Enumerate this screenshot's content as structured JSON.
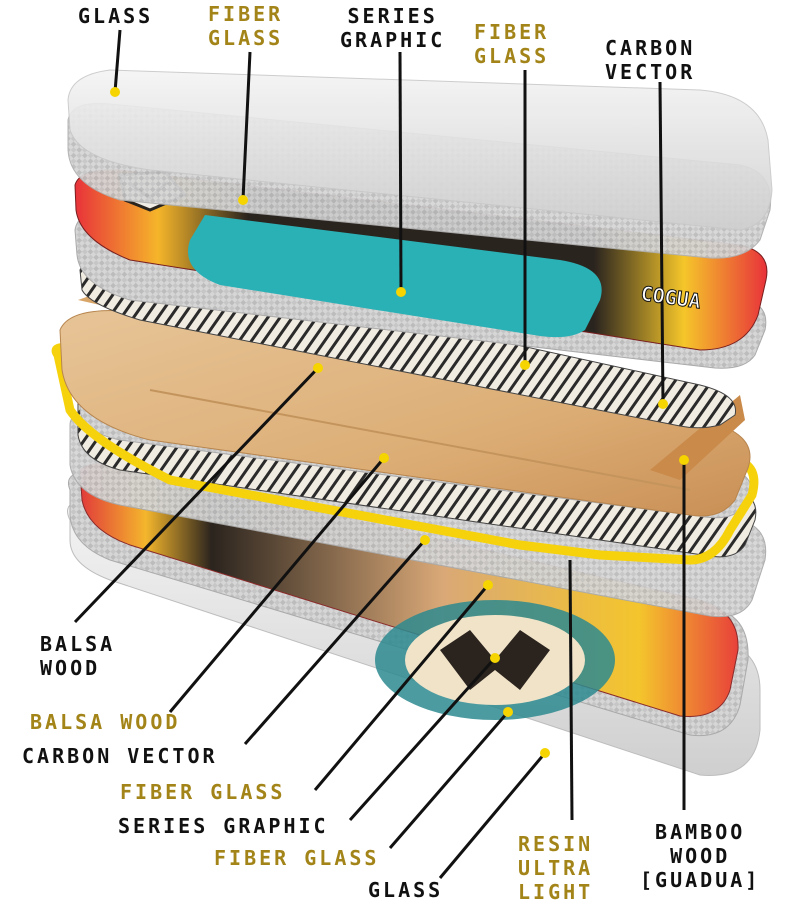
{
  "colors": {
    "black_label": "#111111",
    "gold_label": "#a38418",
    "dot": "#f5d400",
    "leader": "#111111"
  },
  "top_labels": [
    {
      "key": "glass",
      "lines": [
        "GLASS"
      ],
      "tone": "black"
    },
    {
      "key": "fiber_glass_1",
      "lines": [
        "FIBER",
        "GLASS"
      ],
      "tone": "gold"
    },
    {
      "key": "series_graphic",
      "lines": [
        "SERIES",
        "GRAPHIC"
      ],
      "tone": "black"
    },
    {
      "key": "fiber_glass_2",
      "lines": [
        "FIBER",
        "GLASS"
      ],
      "tone": "gold"
    },
    {
      "key": "carbon_vector",
      "lines": [
        "CARBON",
        "VECTOR"
      ],
      "tone": "black"
    }
  ],
  "bottom_labels": [
    {
      "key": "balsa_wood_1",
      "lines": [
        "BALSA",
        "WOOD"
      ],
      "tone": "black"
    },
    {
      "key": "balsa_wood_2",
      "lines": [
        "BALSA WOOD"
      ],
      "tone": "gold"
    },
    {
      "key": "carbon_vector_2",
      "lines": [
        "CARBON VECTOR"
      ],
      "tone": "black"
    },
    {
      "key": "fiber_glass_3",
      "lines": [
        "FIBER GLASS"
      ],
      "tone": "gold"
    },
    {
      "key": "series_graphic_2",
      "lines": [
        "SERIES GRAPHIC"
      ],
      "tone": "black"
    },
    {
      "key": "fiber_glass_4",
      "lines": [
        "FIBER GLASS"
      ],
      "tone": "gold"
    },
    {
      "key": "glass_2",
      "lines": [
        "GLASS"
      ],
      "tone": "black"
    },
    {
      "key": "resin",
      "lines": [
        "RESIN",
        "ULTRA",
        "LIGHT"
      ],
      "tone": "gold"
    },
    {
      "key": "bamboo",
      "lines": [
        "BAMBOO",
        "WOOD",
        "[GUADUA]"
      ],
      "tone": "black"
    }
  ],
  "board_logo_text": "COGUA",
  "layers": [
    "glass-top",
    "fiber-glass-top",
    "series-graphic-top",
    "fiber-glass-upper",
    "carbon-vector-top",
    "balsa-wood-upper",
    "resin-rail",
    "bamboo-core",
    "balsa-wood-lower",
    "carbon-vector-lower",
    "fiber-glass-lower-a",
    "series-graphic-bottom",
    "fiber-glass-lower-b",
    "glass-bottom"
  ]
}
